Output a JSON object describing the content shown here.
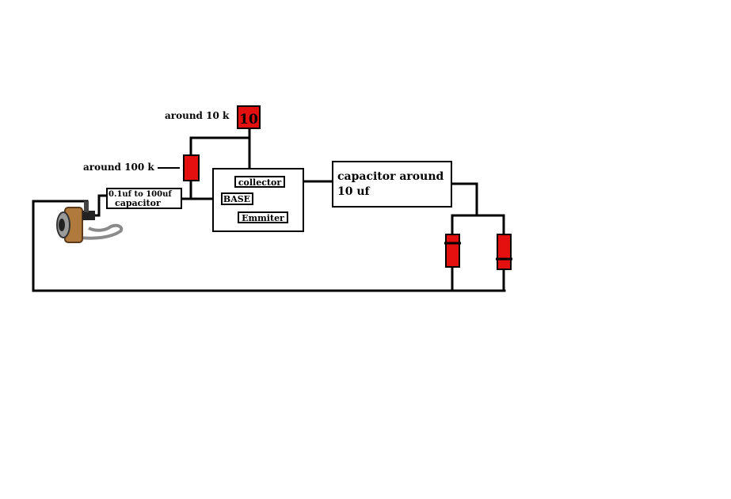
{
  "labels": {
    "res_10k": "around 10 k",
    "res_100k": "around 100 k",
    "res_10k_mark": "10",
    "input_cap_line1": "0.1uf to 100uf",
    "input_cap_line2": "capacitor",
    "collector": "collector",
    "base": "BASE",
    "emitter": "Emmiter",
    "output_cap_line1": "capacitor around",
    "output_cap_line2": "10 uf"
  },
  "colors": {
    "resistor": "#e41010",
    "wire": "#000000",
    "background": "#ffffff"
  },
  "icons": {
    "input_jack": "audio-jack-icon"
  }
}
